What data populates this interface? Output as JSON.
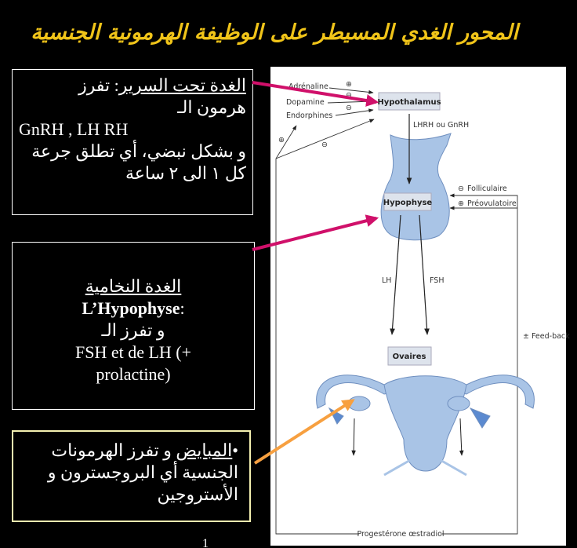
{
  "title": "المحور الغدي المسيطر على الوظيفة الهرمونية الجنسية",
  "box_hypothalamus": {
    "heading": "الغدة تحت السرير",
    "line1_rest": ": تفرز",
    "line2": "هرمون الـ",
    "line3": "GnRH , LH RH",
    "line4": "و بشكل نبضي، أي تطلق جرعة",
    "line5": "كل  ١  الى ٢ ساعة"
  },
  "box_hypophyse": {
    "heading": "الغدة النخامية",
    "line1_prefix": "L’",
    "line1_bold": "Hypophyse",
    "line1_suffix": ":",
    "line2": "و تفرز الـ",
    "line3": "FSH et de LH (+",
    "line4": "prolactine)"
  },
  "box_ovaries": {
    "bullet": "•",
    "heading": "المبايض",
    "line1_rest": " و تفرز الهرمونات",
    "line2": "الجنسية  أي البروجسترون و",
    "line3": "الأستروجين"
  },
  "diagram": {
    "adrenaline": "Adrénaline",
    "dopamine": "Dopamine",
    "endorphines": "Endorphines",
    "hypothalamus": "Hypothalamus",
    "lhrh": "LHRH ou GnRH",
    "hypophyse": "Hypophyse",
    "folliculaire": "Folliculaire",
    "preovulatoire": "Préovulatoire",
    "lh": "LH",
    "fsh": "FSH",
    "feedback": "± Feed-back",
    "ovaires": "Ovaires",
    "progesterone": "Progestérone œstradiol",
    "plus": "⊕",
    "minus": "⊖"
  },
  "colors": {
    "title": "#f0c419",
    "pink_arrow": "#d0106a",
    "orange_arrow": "#f7a040",
    "organ_blue": "#a9c4e6"
  },
  "page_number": "1"
}
